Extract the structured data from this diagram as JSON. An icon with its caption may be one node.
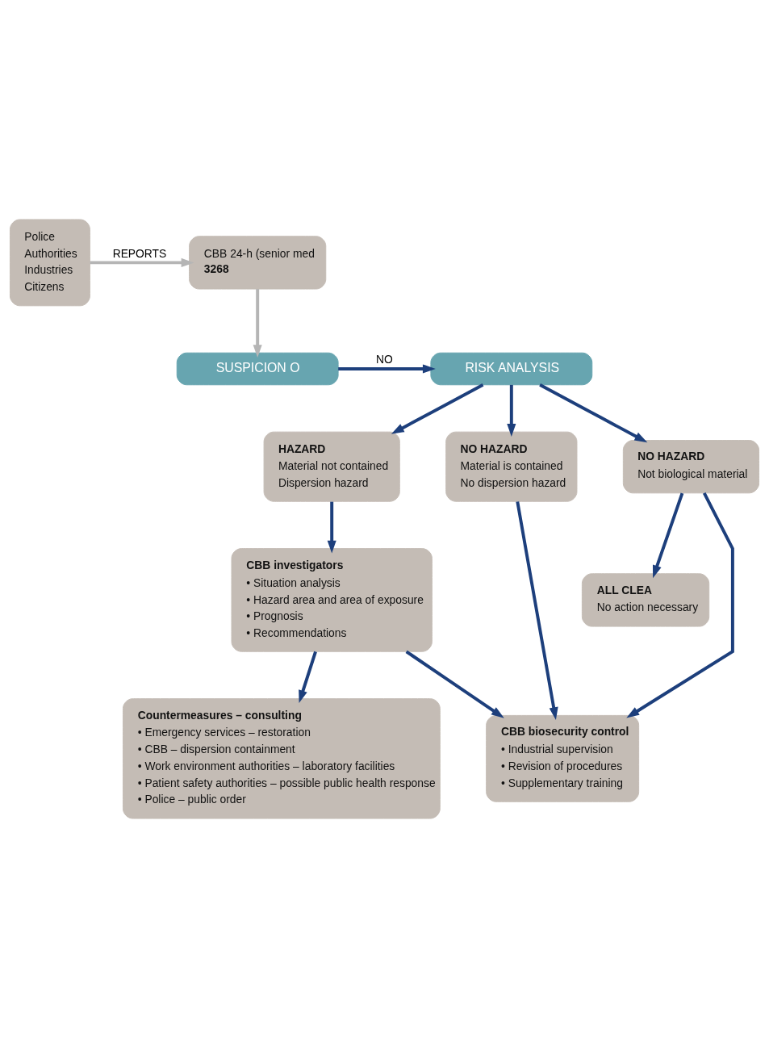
{
  "diagram": {
    "nodes": [
      {
        "text": [
          "Police",
          "Authorities",
          "Industries",
          "Citizens"
        ]
      },
      {
        "text": [
          "CBB 24-h (senior med",
          "3268"
        ]
      },
      {
        "text": [
          "RISK ANALYSIS"
        ]
      },
      {
        "text": [
          "SUSPICION O"
        ]
      },
      {
        "text": [
          "HAZARD",
          "Material not contained",
          "Dispersion hazard"
        ]
      },
      {
        "text": [
          "NO HAZARD",
          "Material is contained",
          "No dispersion hazard"
        ]
      },
      {
        "text": [
          "NO HAZARD",
          "Not biological material"
        ]
      },
      {
        "text": [
          "CBB investigators",
          "• Situation analysis",
          "• Hazard area and area of exposure",
          "• Prognosis",
          "• Recommendations"
        ]
      },
      {
        "text": [
          "ALL CLEA",
          "No action necessary"
        ]
      },
      {
        "text": [
          "Countermeasures – consulting",
          "• Emergency services – restoration",
          "• CBB – dispersion containment",
          "• Work environment authorities – laboratory facilities",
          "• Patient safety authorities – possible public health response",
          "• Police – public order"
        ]
      },
      {
        "text": [
          "CBB biosecurity control",
          "• Industrial supervision",
          "• Revision of procedures",
          "• Supplementary training"
        ]
      }
    ],
    "edges": [
      {
        "from": 0,
        "to": 1,
        "arrow": "to",
        "label": "REPORTS",
        "color": "#b5b5b5"
      },
      {
        "from": 1,
        "to": 3,
        "arrow": "to",
        "color": "#b5b5b5"
      },
      {
        "from": 3,
        "to": 2,
        "arrow": "to",
        "label": "NO"
      },
      {
        "from": 2,
        "to": 4,
        "arrow": "to"
      },
      {
        "from": 2,
        "to": 5,
        "arrow": "to"
      },
      {
        "from": 2,
        "to": 6,
        "arrow": "to"
      },
      {
        "from": 4,
        "to": 7,
        "arrow": "to"
      },
      {
        "from": 6,
        "to": 8,
        "arrow": "to"
      },
      {
        "from": 7,
        "to": 9,
        "arrow": "to"
      },
      {
        "from": 7,
        "to": 10,
        "arrow": "to"
      },
      {
        "from": 5,
        "to": 10,
        "arrow": "to"
      },
      {
        "from": 6,
        "to": 10,
        "arrow": "to"
      }
    ]
  }
}
